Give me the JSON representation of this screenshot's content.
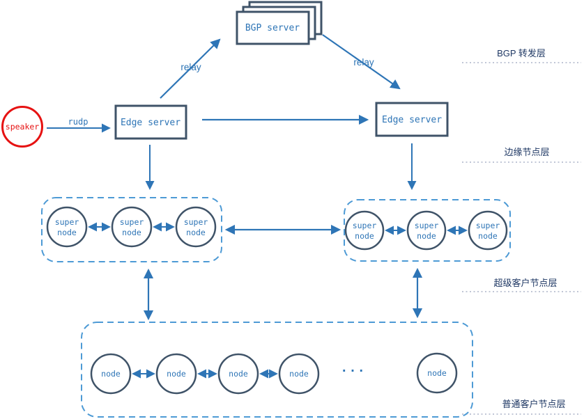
{
  "colors": {
    "shape_border": "#3f5368",
    "arrow_blue": "#2e75b6",
    "cluster_border": "#4d9ad5",
    "layer_label_navy": "#1f3864",
    "separator_gray": "#9aa5bd",
    "speaker_red": "#e61212"
  },
  "nodes": {
    "bgp_server": "BGP server",
    "edge_server_left": "Edge server",
    "edge_server_right": "Edge server",
    "speaker": "speaker",
    "super_line1": "super",
    "super_line2": "node",
    "client_node": "node",
    "ellipsis": "..."
  },
  "edge_labels": {
    "rudp": "rudp",
    "relay_left": "relay",
    "relay_right": "relay"
  },
  "layers": [
    {
      "label": "BGP 转发层"
    },
    {
      "label": "边缘节点层"
    },
    {
      "label": "超级客户节点层"
    },
    {
      "label": "普通客户节点层"
    }
  ]
}
